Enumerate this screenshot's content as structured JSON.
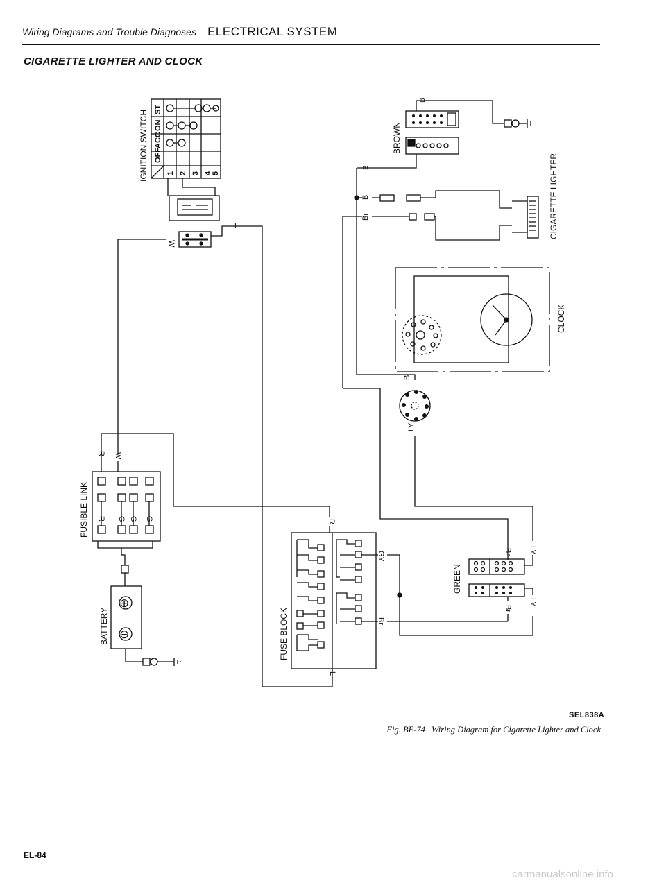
{
  "header": {
    "section": "Wiring Diagrams and Trouble Diagnoses –",
    "system": "ELECTRICAL SYSTEM"
  },
  "title": "CIGARETTE LIGHTER AND CLOCK",
  "components": {
    "ignition_switch": "IGNITION SWITCH",
    "switch_positions": [
      "OFF",
      "ACC",
      "ON",
      "ST"
    ],
    "switch_terminals": [
      "1",
      "2",
      "3",
      "4",
      "5"
    ],
    "fusible_link": "FUSIBLE LINK",
    "battery": "BATTERY",
    "fuse_block": "FUSE BLOCK",
    "brown_connector": "BROWN",
    "green_connector": "GREEN",
    "cigarette_lighter": "CIGARETTE LIGHTER",
    "clock": "CLOCK",
    "battery_plus": "⊕",
    "battery_minus": "⊖"
  },
  "wire_colors": {
    "w": "W",
    "r": "R",
    "g": "G",
    "l": "L",
    "b": "B",
    "br": "Br",
    "gy": "GY",
    "ly": "LY"
  },
  "figure": {
    "code": "SEL838A",
    "number": "Fig. BE-74",
    "caption": "Wiring Diagram for Cigarette Lighter and Clock"
  },
  "page_number": "EL-84",
  "watermark": "carmanualsonline.info"
}
